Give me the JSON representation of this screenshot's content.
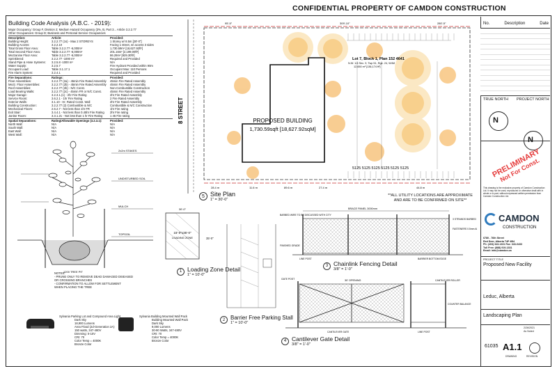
{
  "header": {
    "title": "CONFIDENTIAL PROPERTY OF CAMDON CONSTRUCTION"
  },
  "code_analysis": {
    "title": "Building Code Analysis (A.B.C. - 2019):",
    "occupancy": [
      "Major Occupancy:   Group F, Division 2; Medium Hazard Occupancy (3%, B, Part 3... Article 3.2.2.77",
      "Other Occupancies:   Group D; Business and Personal Service Occupancies"
    ],
    "columns": [
      "Description:",
      "Article:",
      "Provided:"
    ],
    "rows": [
      [
        "Building Height:",
        "3.2.2.77 (1s) - Max 2 STOREYS",
        "1 Storey w/ 8.5m [28'-0\"]"
      ],
      [
        "Building Access:",
        "3.2.2.10",
        "Facing 1 street, w/ access 3 sides"
      ],
      [
        "Total Gross Floor Area:",
        "Table 3.2.2.77 -6,000m²",
        "1,730.59m² [18,627.92ft²]"
      ],
      [
        "Total Second Floor Area:",
        "Table 3.2.2.77 -6,000m²",
        "201.16m² [2,199.00ft²]"
      ],
      [
        "Mezzanine Floor Area:",
        "Table 3.2.2.77 -6,000m²",
        "86.29m² [929.30ft²]"
      ],
      [
        "Sprinklered:",
        "3.2.2.77 -1000 m²",
        "Required and Provided"
      ],
      [
        "Stand Pipe & Hose Systems:",
        "3.2.5.8 -1000 m²",
        "N/A"
      ],
      [
        "Water Supply:",
        "3.2.5.7",
        "Fire Hydrant Provided within 90m"
      ],
      [
        "Occupant Load:",
        "Table 3.1.17.1",
        "Occupant Max: 110 Persons"
      ],
      [
        "Fire Alarm System:",
        "3.2.4.1",
        "Required and Provided"
      ]
    ],
    "separations_title": "Fire Separations:",
    "separations_ratings": "Ratings:",
    "separations_provided": "Provided:",
    "separations": [
      [
        "Floor Assemblies:",
        "3.2.2.77 (2a) - 45min Fire Rated Assembly",
        "45min Fire Rated Assembly"
      ],
      [
        "Mezz. Floor Assemblies:",
        "3.2.2.77 (2b) - 45min Fire Rated Assembly",
        "45min Fire Rated Assembly"
      ],
      [
        "Roof Assemblies:",
        "3.2.2.77 (2b) - N/C Const.",
        "Non-Combustible Construction"
      ],
      [
        "Load Bearing Walls:",
        "3.2.2.77 (2c) - 45min FR or N/C Const.",
        "45min Fire Rated Assembly"
      ],
      [
        "Major Garage:",
        "3.2.3.1.(1) - 2hr Fire Rating",
        "2hr Fire Rated Assembly"
      ],
      [
        "Service Room:",
        "3.6.2.1 - 1hr Fire Rating",
        "2 Fire Rated Assembly"
      ],
      [
        "Exterior Walls:",
        "3.1.10 - Hr. Rated Const. Wall",
        "2hr Fire Rated Assembly"
      ],
      [
        "Building Construction:",
        "3.2.2.77 (2) Combustible & N/C",
        "Combustible & N/C Construction"
      ],
      [
        "Mechanical Floors:",
        "2.6.2.7 - Not less than 1hr FR",
        "1hr Fire rating"
      ],
      [
        "Exit Stair:",
        "3.4.4.1 - Not less than 0.45hr Fire Rating",
        "2hr Fire rating"
      ],
      [
        "Janitor Room:",
        "3.3.1.21 - Not less than 1 hr Fire Rating",
        "1 45 Fire rating"
      ]
    ],
    "spatial_title": "Spatial Separations:",
    "spatial_rating": "Rating/Allowable Openings (3.2.3.1):",
    "spatial_provided": "Provided:",
    "spatial": [
      [
        "North Wall:",
        "N/A",
        "N/A"
      ],
      [
        "South Wall:",
        "N/A",
        "N/A"
      ],
      [
        "East Wall:",
        "N/A",
        "N/A"
      ],
      [
        "West Wall:",
        "N/A",
        "N/A"
      ]
    ]
  },
  "tree_detail": {
    "notes": [
      "NOTES:",
      "- PRUNE ONLY TO REMOVE DEAD DAMAGED DISEASED",
      "  OR CROSSING BRANCHES",
      "- CONFIRMATION TO ALLOW FOR SETTLEMENT",
      "  WHEN PLACING THE TREE"
    ],
    "callouts": [
      "2x2m STAKES",
      "UNDISTURBED SOIL",
      "1200 TREE PIT",
      "MULCH",
      "TOPSOIL"
    ]
  },
  "lights": {
    "left_title": "Sylvania Parking Lot and Compound Area Light",
    "left_specs": [
      "Dark Sky",
      "18,900 Lumens",
      "Area Flood (2d-Generation 2A)",
      "150 watts, 347-480V",
      "Dimming: 0-10V",
      "CRI: 70",
      "Color Temp = 4000K",
      "Bronze Color"
    ],
    "right_title": "Sylvania Building Mounted Wall Pack",
    "right_specs": [
      "Building Mounted Wall Pack",
      "Dark Sky",
      "9,000 Lumens",
      "30-90 Watts, 347-480V",
      "CRI: 70",
      "Color Temp = 4000K",
      "Bronze Color"
    ]
  },
  "site_plan": {
    "label_number": "5",
    "label": "Site Plan",
    "scale": "1\" = 30'-0\"",
    "building_name": "PROPOSED BUILDING",
    "building_area": "1,730.59sqft [18,627.92sqM]",
    "lot": "Lot 7, Block 1, Plan 152 4641",
    "lot_sub": "N.W. 1/4 Sec. 9, Twp 51, Rge. 24, W4M",
    "lot_area": "12,650 m² [136,174 ft²]",
    "street": "8 STREET",
    "note": "**ALL UTILITY LOCATIONS ARE APPROXIMATE AND ARE TO BE CONFIRMED ON SITE**",
    "dims_top": [
      "95'-5\"",
      "309'-10\"",
      "280'-5\""
    ],
    "dims_bottom": [
      "28.4 m",
      "11.6 m",
      "89.6 m",
      "27.4 m",
      "44.8 m"
    ],
    "stall_row": "5125 5125 5125 5125 5125 5125"
  },
  "loading_zone": {
    "number": "1",
    "title": "Loading Zone Detail",
    "scale": "1\" = 10'-0\"",
    "zone_label": "15'-0\"x35'-0\"",
    "zone_sub": "LOADING ZONE",
    "dim_top": "30'-0\"",
    "dim_left": "35'-0\""
  },
  "parking_stall": {
    "number": "2",
    "title": "Barrier Free Parking Stall",
    "scale": "1\" = 10'-0\""
  },
  "chainlink": {
    "number": "3",
    "title": "Chainlink Fencing Detail",
    "scale": "3/8\" = 1'-0\"",
    "labels": [
      "BRACE PANEL 3000mm",
      "BARBED WIRE TO BE DISCUSSED WITH CITY",
      "3 STRANDS BARBED WIRE",
      "FASTENERS 0.5mm ALUMINUM OR HEAVIER",
      "FINISHED GRADE",
      "LINE POST",
      "BARRIER BOTTOM EDGE"
    ]
  },
  "cantilever": {
    "number": "4",
    "title": "Cantilever Gate Detail",
    "scale": "3/8\" = 1'-0\"",
    "labels": [
      "30' OPENING",
      "GATE POST",
      "CANTILEVER ROLLER",
      "COUNTER BALANCE",
      "CANTILEVER GATE",
      "LINE POST"
    ]
  },
  "title_block": {
    "revisions_headers": [
      "No.",
      "Description",
      "Date"
    ],
    "true_north": "TRUE NORTH",
    "project_north": "PROJECT NORTH",
    "stamp_line1": "PRELIMINARY",
    "stamp_line2": "Not For Const.",
    "disclaimer": "This drawing is the exclusive property of Camdon Construction Ltd. It may not be used, reproduced or otherwise dealt with in whole or in part, without expressed written permission from Camdon Construction Ltd.",
    "company": "CAMDON",
    "company_sub": "CONSTRUCTION",
    "address": [
      "6780 - 76th Street",
      "Red Deer, Alberta T4P 4B4",
      "Ph: (403) 343-1331   Fax: 343-0433",
      "Toll Free: (888) 919-1331",
      "Email: info@camdon.ca"
    ],
    "project_title_label": "PROJECT TITLE",
    "project_title": "Proposed New Facility",
    "location": "Leduc, Alberta",
    "sheet_title": "Landscaping Plan",
    "job_no": "61035",
    "sheet_no": "A1.1",
    "drawn_by": "DRAWING",
    "revision": "REVISION",
    "date": "2/26/2021",
    "scale": "As Noted"
  }
}
